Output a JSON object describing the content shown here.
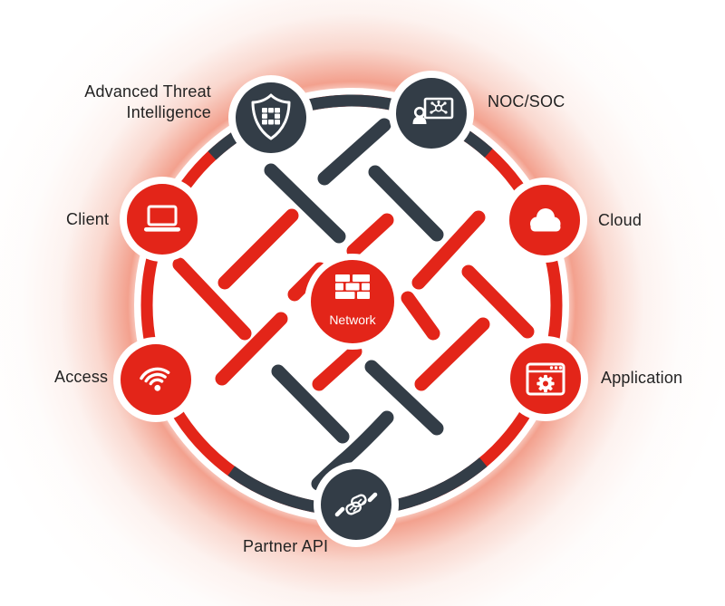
{
  "title": "Security Fabric Diagram",
  "colors": {
    "brand_red": "#e32519",
    "dark_slate": "#333d47",
    "icon_white": "#ffffff",
    "label_text": "#232323",
    "halo_glow": "#ee7c62",
    "background": "#ffffff"
  },
  "center": {
    "label": "Network",
    "icon": "firewall-bricks-icon",
    "color": "brand_red"
  },
  "nodes": [
    {
      "id": "advanced-threat-intelligence",
      "label": "Advanced Threat Intelligence",
      "label_lines": [
        "Advanced Threat",
        "Intelligence"
      ],
      "icon": "shield-icon",
      "color": "dark_slate",
      "position": "top-left"
    },
    {
      "id": "noc-soc",
      "label": "NOC/SOC",
      "label_lines": [
        "NOC/SOC"
      ],
      "icon": "analyst-monitor-icon",
      "color": "dark_slate",
      "position": "top-right"
    },
    {
      "id": "cloud",
      "label": "Cloud",
      "label_lines": [
        "Cloud"
      ],
      "icon": "cloud-icon",
      "color": "brand_red",
      "position": "right-upper"
    },
    {
      "id": "application",
      "label": "Application",
      "label_lines": [
        "Application"
      ],
      "icon": "app-window-gear-icon",
      "color": "brand_red",
      "position": "right-lower"
    },
    {
      "id": "partner-api",
      "label": "Partner API",
      "label_lines": [
        "Partner API"
      ],
      "icon": "handshake-icon",
      "color": "dark_slate",
      "position": "bottom"
    },
    {
      "id": "access",
      "label": "Access",
      "label_lines": [
        "Access"
      ],
      "icon": "wifi-icon",
      "color": "brand_red",
      "position": "left-lower"
    },
    {
      "id": "client",
      "label": "Client",
      "label_lines": [
        "Client"
      ],
      "icon": "laptop-icon",
      "color": "brand_red",
      "position": "left-upper"
    }
  ],
  "ring": {
    "shape": "circle",
    "segments": [
      {
        "from": "advanced-threat-intelligence",
        "to": "noc-soc",
        "color": "dark_slate"
      },
      {
        "from": "noc-soc",
        "to": "cloud",
        "color": "brand_red",
        "stub_at_noc": "dark_slate"
      },
      {
        "from": "cloud",
        "to": "application",
        "color": "brand_red"
      },
      {
        "from": "application",
        "to": "partner-api",
        "color": "red-then-slate"
      },
      {
        "from": "partner-api",
        "to": "access",
        "color": "slate-then-red"
      },
      {
        "from": "access",
        "to": "client",
        "color": "brand_red"
      },
      {
        "from": "client",
        "to": "advanced-threat-intelligence",
        "color": "brand_red",
        "stub_at_shield": "dark_slate"
      }
    ]
  },
  "weave": {
    "description": "herringbone pattern of rounded diagonal dashes inside the ring",
    "red_dash_count": 10,
    "slate_dash_count": 6
  }
}
